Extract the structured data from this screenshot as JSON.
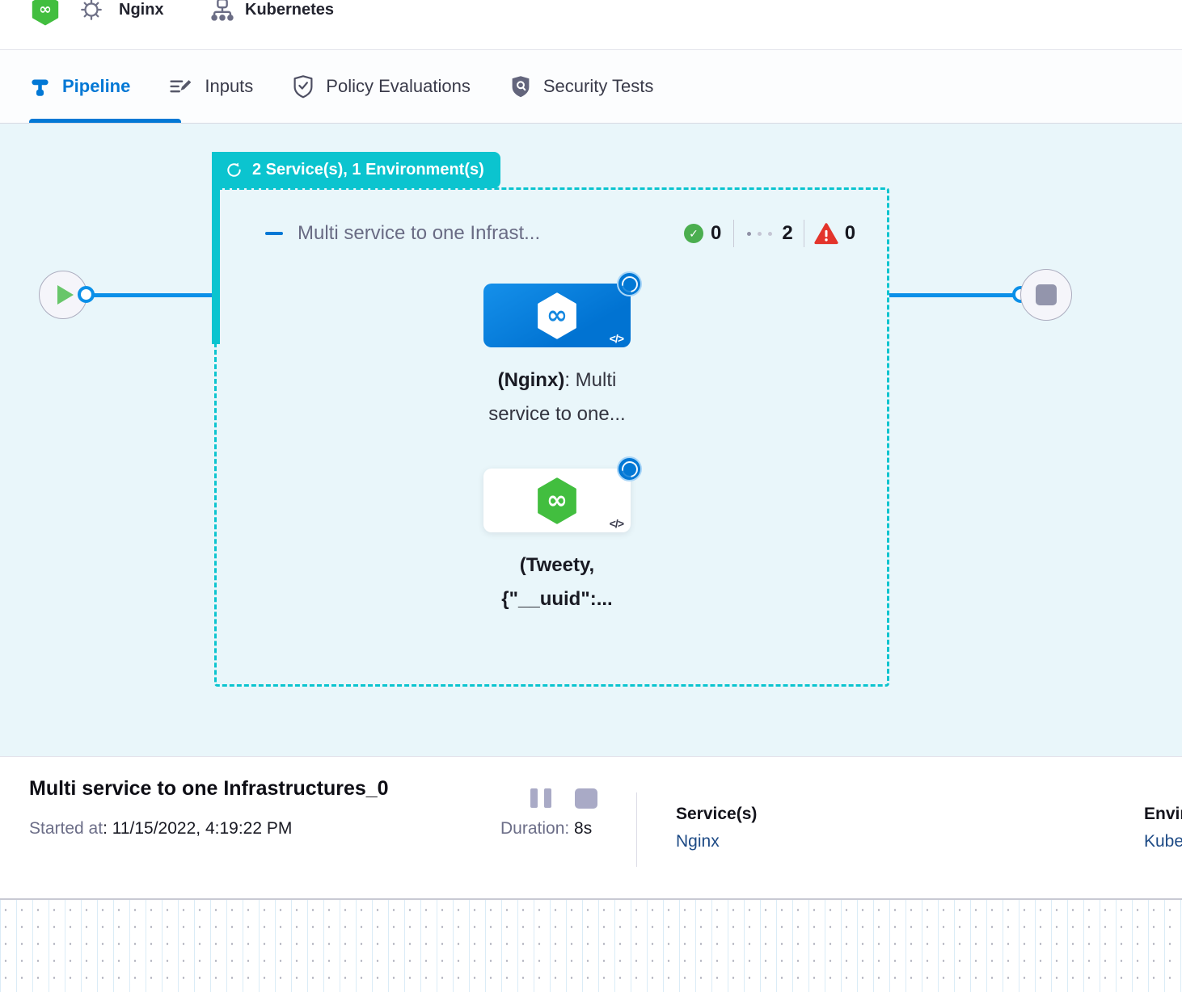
{
  "header": {
    "service_name": "Nginx",
    "environment_name": "Kubernetes"
  },
  "tabs": [
    {
      "label": "Pipeline",
      "active": true
    },
    {
      "label": "Inputs",
      "active": false
    },
    {
      "label": "Policy Evaluations",
      "active": false
    },
    {
      "label": "Security Tests",
      "active": false
    }
  ],
  "stage": {
    "badge_label": "2 Service(s), 1 Environment(s)",
    "title": "Multi service to one Infrast...",
    "success_count": "0",
    "running_count": "2",
    "failed_count": "0",
    "check_glyph": "✓",
    "code_glyph": "</>",
    "infinity_glyph": "∞",
    "nodes": [
      {
        "name_bold": "(Nginx)",
        "name_rest": ": Multi",
        "line2": "service to one..."
      },
      {
        "name_bold": "(Tweety,",
        "name_rest": "",
        "line2": "{\"__uuid\":..."
      }
    ]
  },
  "footer": {
    "title": "Multi service to one Infrastructures_0",
    "started_label": "Started at",
    "started_value": ": 11/15/2022, 4:19:22 PM",
    "duration_label": "Duration: ",
    "duration_value": "8s",
    "services_label": "Service(s)",
    "services_value": "Nginx",
    "environments_label": "Environment(s)",
    "environments_value": "Kubernetes"
  },
  "colors": {
    "accent_blue": "#0278D5",
    "edge_blue": "#0B90E8",
    "stage_teal": "#0BC4CF",
    "success_green": "#4BAE4F",
    "error_red": "#E3342B",
    "brand_green": "#42BE3F",
    "link_navy": "#1D4A85",
    "canvas_bg": "#E9F6FA"
  }
}
